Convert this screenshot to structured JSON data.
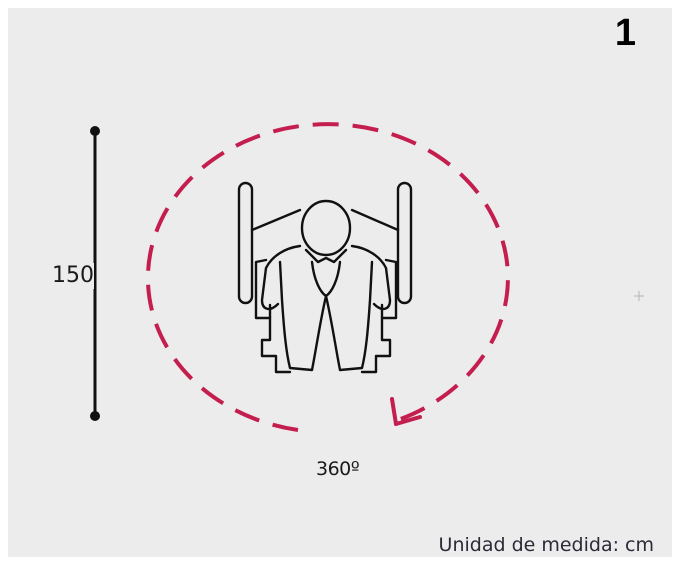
{
  "panel": {
    "number": "1",
    "accent_color": "#c41e4e",
    "ink_color": "#111111"
  },
  "dimension": {
    "label": "150"
  },
  "rotation": {
    "label": "360º"
  },
  "units_note": "Unidad de medida: cm",
  "figure": {
    "icon": "wheelchair-user-top-view-icon"
  }
}
